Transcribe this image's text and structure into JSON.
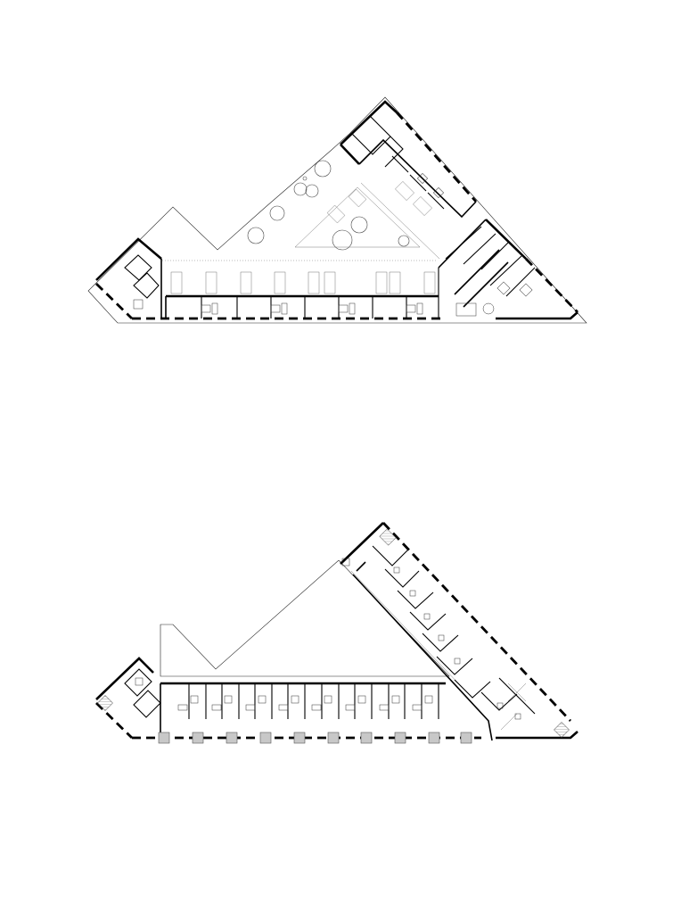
{
  "drawing": {
    "plans": [
      {
        "id": "upper",
        "feature": "courtyard-ground-floor"
      },
      {
        "id": "lower",
        "feature": "upper-floor"
      }
    ],
    "tree_count": 9,
    "parking_bays": 10,
    "colors": {
      "wall": "#000000",
      "line": "#222222",
      "pad": "#c8c8c8",
      "background": "#ffffff"
    }
  }
}
